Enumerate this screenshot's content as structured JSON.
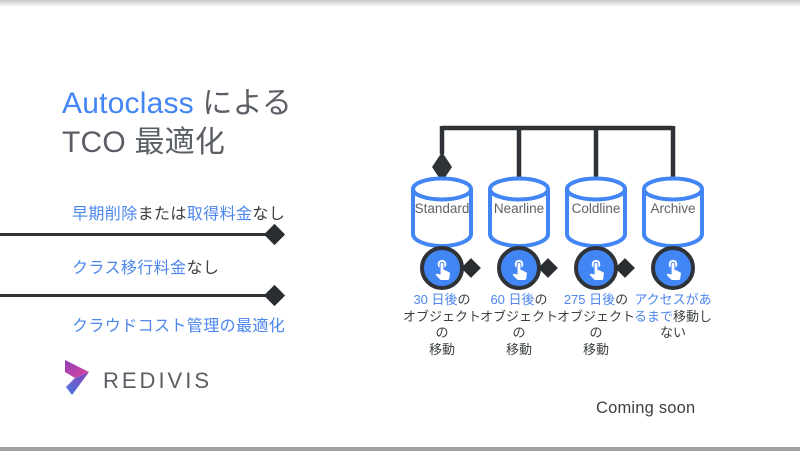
{
  "title": {
    "highlight": "Autoclass",
    "suffix": " による",
    "line2": "TCO 最適化"
  },
  "bullets": {
    "b1": {
      "seg1": "早期削除",
      "seg2": "または",
      "seg3": "取得料金",
      "seg4": "なし"
    },
    "b2": {
      "seg1": "クラス移行料金",
      "seg2": "なし"
    },
    "b3": {
      "seg1": "クラウドコスト管理の最適化"
    }
  },
  "logo": {
    "name": "REDIVIS"
  },
  "diagram": {
    "buckets": [
      {
        "name": "Standard"
      },
      {
        "name": "Nearline"
      },
      {
        "name": "Coldline"
      },
      {
        "name": "Archive"
      }
    ],
    "steps": [
      {
        "l1a": "30 日後",
        "l1b": "の",
        "l2": "オブジェクト",
        "l3": "の",
        "l4": "移動"
      },
      {
        "l1a": "60 日後",
        "l1b": "の",
        "l2": "オブジェクト",
        "l3": "の",
        "l4": "移動"
      },
      {
        "l1a": "275 日後",
        "l1b": "の",
        "l2": "オブジェクト",
        "l3": "の",
        "l4": "移動"
      },
      {
        "l1": "アクセスがあ",
        "l2a": "るまで",
        "l2b": "移動し",
        "l3": "ない"
      }
    ]
  },
  "footer": {
    "coming_soon": "Coming soon"
  },
  "icons": {
    "circle_icon": "touch-app-icon",
    "connector_end": "diamond-arrow-icon",
    "bucket_shape": "storage-cylinder-icon"
  },
  "colors": {
    "brand_blue": "#4285F4",
    "text_blue": "#4C86EE",
    "title_gray": "#5A5E65",
    "dark_text": "#3C4043",
    "connector_dark": "#2F3337",
    "logo_purple": "#8C3FB8",
    "logo_magenta": "#E0489B",
    "logo_blue": "#4A7BE0"
  }
}
